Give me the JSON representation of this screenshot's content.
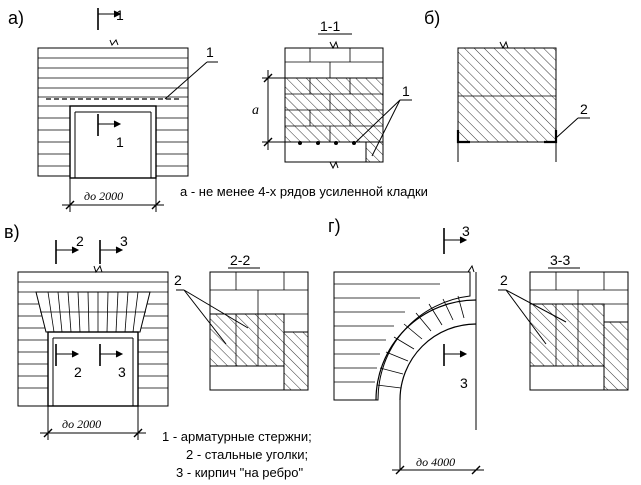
{
  "panels": {
    "a": "а)",
    "b": "б)",
    "v": "в)",
    "g": "г)"
  },
  "section_marks": {
    "s1": "1",
    "s2": "2",
    "s3": "3"
  },
  "section_titles": {
    "s11": "1-1",
    "s22": "2-2",
    "s33": "3-3"
  },
  "callouts": {
    "c1": "1",
    "c2": "2"
  },
  "dim_labels": {
    "a_label": "а",
    "d2000": "до 2000",
    "d4000": "до 4000"
  },
  "notes": {
    "rows": "а - не менее 4-х рядов усиленной кладки",
    "legend1": "1 - арматурные стержни;",
    "legend2": "2 - стальные уголки;",
    "legend3": "3 - кирпич \"на ребро\""
  },
  "colors": {
    "line": "#000000",
    "background": "#ffffff"
  }
}
